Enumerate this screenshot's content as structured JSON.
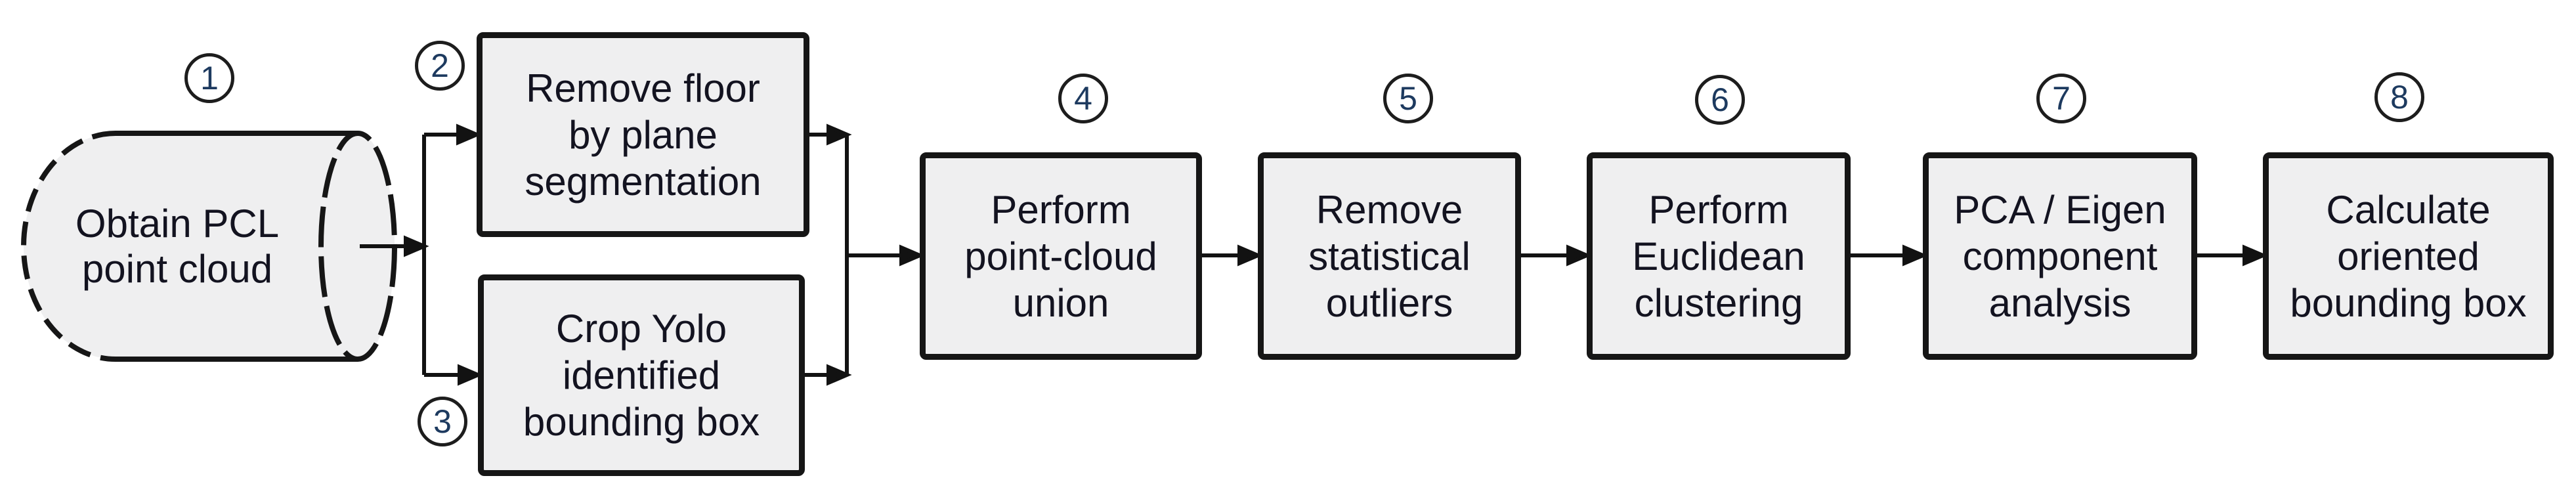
{
  "diagram": {
    "type": "flowchart",
    "background": "#ffffff",
    "node_fill": "#efeff0",
    "node_border": "#161616",
    "text_color": "#131320",
    "number_color": "#1d3a5f",
    "steps": [
      {
        "number": "1",
        "shape": "cylinder",
        "label": "Obtain PCL\npoint cloud"
      },
      {
        "number": "2",
        "shape": "process",
        "label": "Remove floor\nby plane\nsegmentation"
      },
      {
        "number": "3",
        "shape": "process",
        "label": "Crop Yolo\nidentified\nbounding box"
      },
      {
        "number": "4",
        "shape": "process",
        "label": "Perform\npoint-cloud\nunion"
      },
      {
        "number": "5",
        "shape": "process",
        "label": "Remove\nstatistical\noutliers"
      },
      {
        "number": "6",
        "shape": "process",
        "label": "Perform\nEuclidean\nclustering"
      },
      {
        "number": "7",
        "shape": "process",
        "label": "PCA / Eigen\ncomponent\nanalysis"
      },
      {
        "number": "8",
        "shape": "process",
        "label": "Calculate\noriented\nbounding box"
      }
    ],
    "edges": [
      {
        "from": "1",
        "to": "2"
      },
      {
        "from": "1",
        "to": "3"
      },
      {
        "from": "2",
        "to": "4"
      },
      {
        "from": "3",
        "to": "4"
      },
      {
        "from": "4",
        "to": "5"
      },
      {
        "from": "5",
        "to": "6"
      },
      {
        "from": "6",
        "to": "7"
      },
      {
        "from": "7",
        "to": "8"
      }
    ]
  }
}
